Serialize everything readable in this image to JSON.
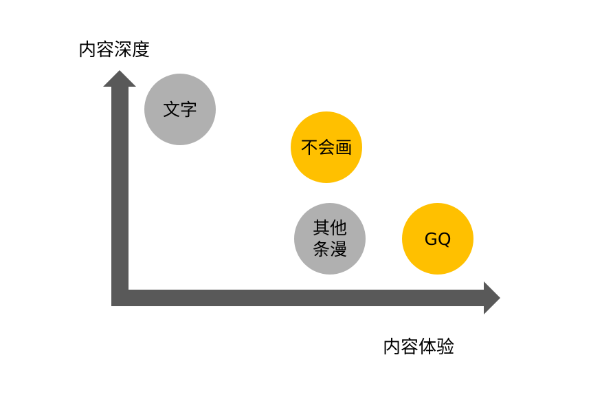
{
  "axes": {
    "y_label": "内容深度",
    "x_label": "内容体验",
    "color": "#595959"
  },
  "bubbles": [
    {
      "label": "文字",
      "color": "#b0b0b0"
    },
    {
      "label": "不会画",
      "color": "#ffc000"
    },
    {
      "label": "其他\n条漫",
      "line1": "其他",
      "line2": "条漫",
      "color": "#b0b0b0"
    },
    {
      "label": "GQ",
      "color": "#ffc000"
    }
  ]
}
